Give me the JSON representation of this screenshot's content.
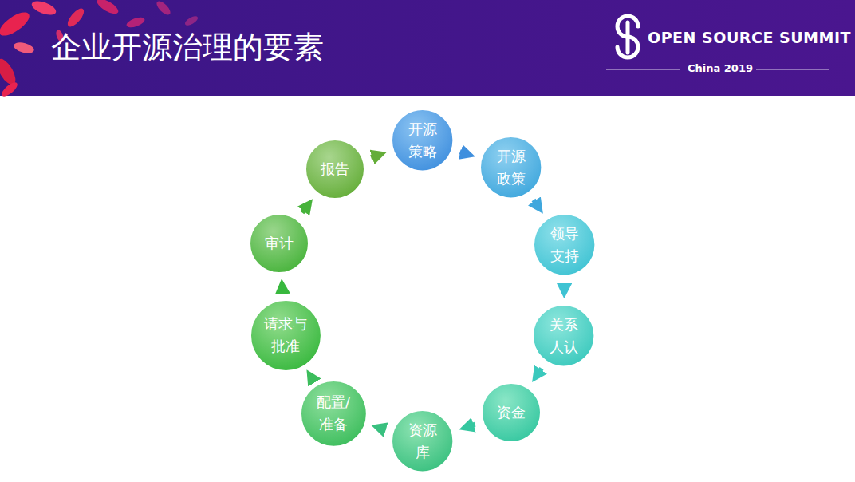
{
  "diagram": {
    "title": "企业开源治理的要素",
    "nodes": [
      {
        "text": [
          "开源策略"
        ]
      },
      {
        "text": [
          "开源政策"
        ]
      },
      {
        "text": [
          "领导支持"
        ]
      },
      {
        "text": [
          "关系人认"
        ]
      },
      {
        "text": [
          "资金"
        ]
      },
      {
        "text": [
          "资源库"
        ]
      },
      {
        "text": [
          "配置/准备"
        ]
      },
      {
        "text": [
          "请求与批准"
        ]
      },
      {
        "text": [
          "审计"
        ]
      },
      {
        "text": [
          "报告"
        ]
      }
    ],
    "edges": [
      {
        "from": 0,
        "to": 1,
        "arrow": "to"
      },
      {
        "from": 1,
        "to": 2,
        "arrow": "to"
      },
      {
        "from": 2,
        "to": 3,
        "arrow": "to"
      },
      {
        "from": 3,
        "to": 4,
        "arrow": "to"
      },
      {
        "from": 4,
        "to": 5,
        "arrow": "to"
      },
      {
        "from": 5,
        "to": 6,
        "arrow": "to"
      },
      {
        "from": 6,
        "to": 7,
        "arrow": "to"
      },
      {
        "from": 7,
        "to": 8,
        "arrow": "to"
      },
      {
        "from": 8,
        "to": 9,
        "arrow": "to"
      },
      {
        "from": 9,
        "to": 0,
        "arrow": "to"
      }
    ],
    "labels": [
      "OPEN SOURCE SUMMIT",
      "China 2019"
    ]
  }
}
